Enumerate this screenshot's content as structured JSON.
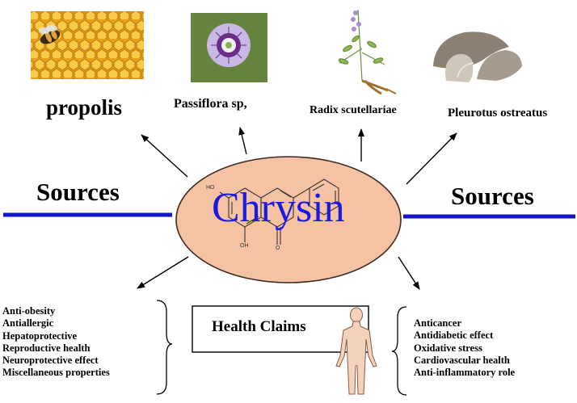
{
  "center": {
    "title": "Chrysin",
    "atom_labels": [
      "HO",
      "OH",
      "O"
    ]
  },
  "sources": [
    {
      "name": "propolis",
      "image": "honeycomb-with-bee"
    },
    {
      "name": "Passiflora sp,",
      "image": "passion-flower"
    },
    {
      "name": "Radix scutellariae",
      "image": "scutellaria-plant-root"
    },
    {
      "name": "Pleurotus ostreatus",
      "image": "oyster-mushroom"
    }
  ],
  "side_labels": {
    "left": "Sources",
    "right": "Sources"
  },
  "health_claims": {
    "title": "Health Claims",
    "left_list": [
      "Anti-obesity",
      "Antiallergic",
      "Hepatoprotective",
      "Reproductive health",
      "Neuroprotective effect",
      "Miscellaneous properties"
    ],
    "right_list": [
      "Anticancer",
      "Antidiabetic effect",
      "Oxidative stress",
      "Cardiovascular health",
      "Anti-inflammatory role"
    ]
  },
  "colors": {
    "ellipse_fill": "#f6c2a4",
    "ellipse_stroke": "#3a2a20",
    "title": "#1a1ae6",
    "divider": "#1515c8",
    "arrow": "#000000"
  }
}
